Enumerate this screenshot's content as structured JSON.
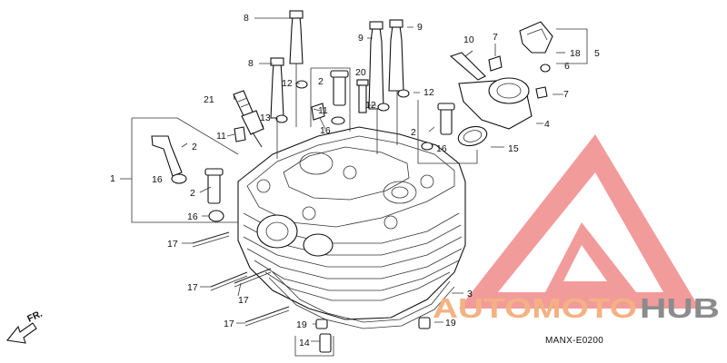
{
  "diagram": {
    "part_code": "MANX-E0200",
    "direction_label": "FR.",
    "callouts": [
      {
        "id": "c1",
        "text": "1"
      },
      {
        "id": "c2a",
        "text": "2"
      },
      {
        "id": "c2b",
        "text": "2"
      },
      {
        "id": "c2c",
        "text": "2"
      },
      {
        "id": "c2d",
        "text": "2"
      },
      {
        "id": "c3",
        "text": "3"
      },
      {
        "id": "c4",
        "text": "4"
      },
      {
        "id": "c5",
        "text": "5"
      },
      {
        "id": "c6",
        "text": "6"
      },
      {
        "id": "c7a",
        "text": "7"
      },
      {
        "id": "c7b",
        "text": "7"
      },
      {
        "id": "c8a",
        "text": "8"
      },
      {
        "id": "c8b",
        "text": "8"
      },
      {
        "id": "c9a",
        "text": "9"
      },
      {
        "id": "c9b",
        "text": "9"
      },
      {
        "id": "c10",
        "text": "10"
      },
      {
        "id": "c11a",
        "text": "11"
      },
      {
        "id": "c11b",
        "text": "11"
      },
      {
        "id": "c12a",
        "text": "12"
      },
      {
        "id": "c12b",
        "text": "12"
      },
      {
        "id": "c12c",
        "text": "12"
      },
      {
        "id": "c13",
        "text": "13"
      },
      {
        "id": "c14",
        "text": "14"
      },
      {
        "id": "c15",
        "text": "15"
      },
      {
        "id": "c16a",
        "text": "16"
      },
      {
        "id": "c16b",
        "text": "16"
      },
      {
        "id": "c16c",
        "text": "16"
      },
      {
        "id": "c16d",
        "text": "16"
      },
      {
        "id": "c17a",
        "text": "17"
      },
      {
        "id": "c17b",
        "text": "17"
      },
      {
        "id": "c17c",
        "text": "17"
      },
      {
        "id": "c17d",
        "text": "17"
      },
      {
        "id": "c18",
        "text": "18"
      },
      {
        "id": "c19a",
        "text": "19"
      },
      {
        "id": "c19b",
        "text": "19"
      },
      {
        "id": "c20",
        "text": "20"
      },
      {
        "id": "c21",
        "text": "21"
      }
    ]
  },
  "watermark": {
    "word_1": "AUTOMOTO",
    "word_2": "HUB",
    "color_1": "#f4b183",
    "color_2": "#8c8c8c",
    "triangle_color": "#f08a8a"
  }
}
